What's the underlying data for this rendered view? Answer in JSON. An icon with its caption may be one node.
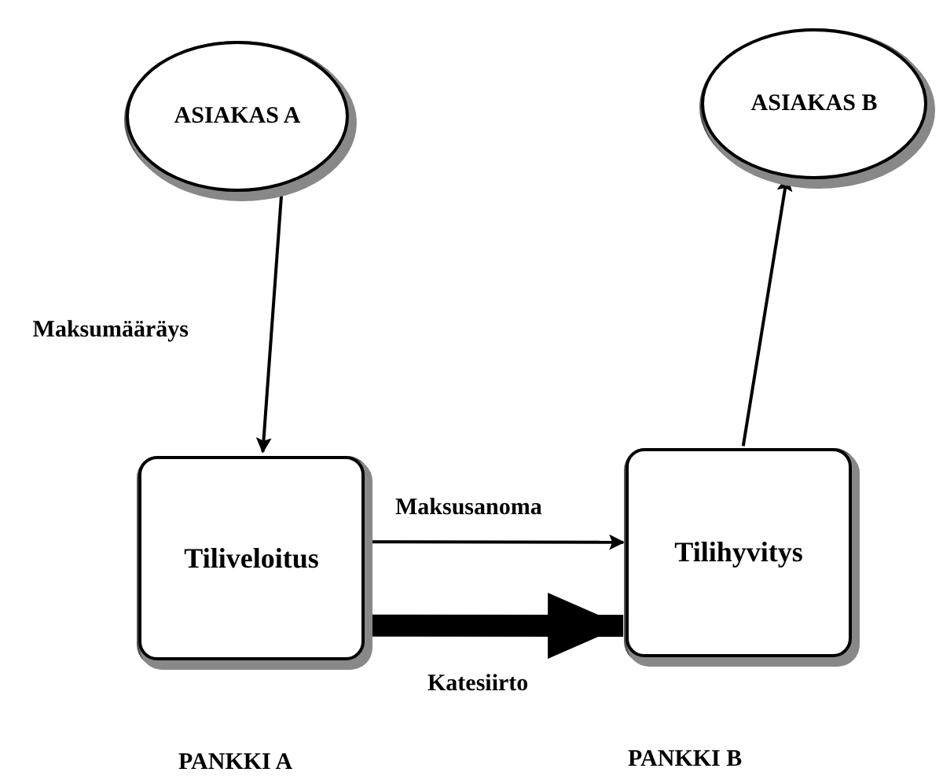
{
  "diagram": {
    "nodes": [
      {
        "text": [
          "ASIAKAS A"
        ]
      },
      {
        "text": [
          "ASIAKAS B"
        ]
      },
      {
        "text": [
          "Tiliveloitus"
        ],
        "beside": [
          "PANKKI A"
        ]
      },
      {
        "text": [
          "Tilihyvitys"
        ],
        "beside": [
          "PANKKI B"
        ]
      }
    ],
    "edges": [
      {
        "from": 0,
        "to": 2,
        "arrow": "to",
        "label": "Maksumääräys"
      },
      {
        "from": 3,
        "to": 1,
        "arrow": "to"
      },
      {
        "from": 2,
        "to": 3,
        "arrow": "to",
        "label": "Maksusanoma"
      },
      {
        "from": 2,
        "to": 3,
        "arrow": "to",
        "label": "Katesiirto",
        "style": "thick"
      }
    ]
  }
}
